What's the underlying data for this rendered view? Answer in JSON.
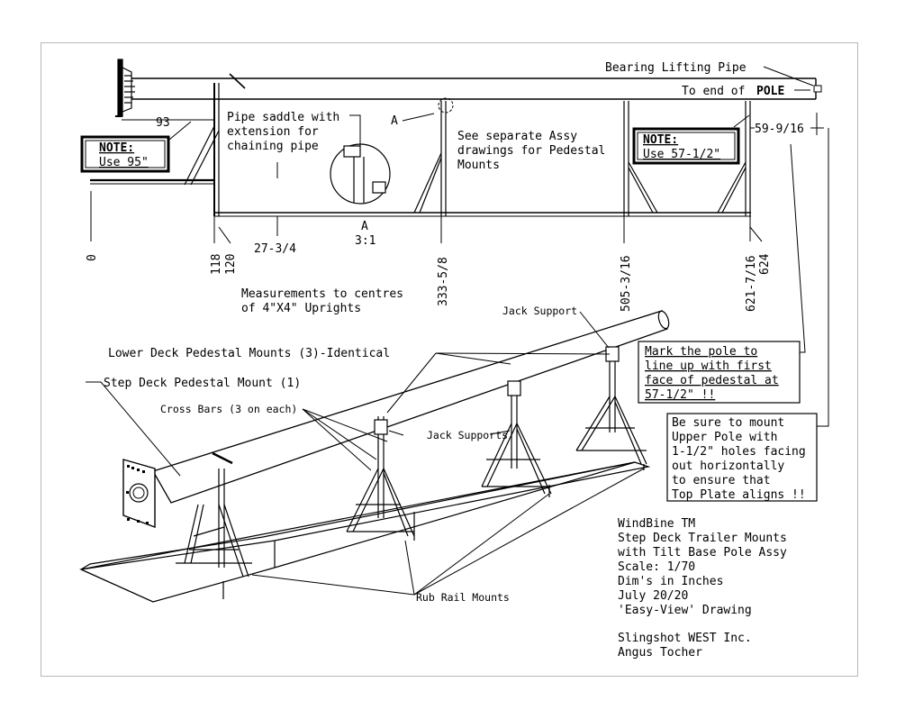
{
  "top_view": {
    "bearing_lifting_pipe": "Bearing Lifting Pipe",
    "to_end_of": "To end of",
    "pole": "POLE",
    "dim_93": "93",
    "note1_title": "NOTE:",
    "note1_body": "Use 95\"",
    "pipe_saddle": [
      "Pipe saddle with",
      "extension for",
      "chaining pipe"
    ],
    "section_a": "A",
    "see_separate": [
      "See separate Assy",
      "drawings for Pedestal",
      "Mounts"
    ],
    "note2_title": "NOTE:",
    "note2_body": "Use 57-1/2\"",
    "dim_59": "59-9/16",
    "detail_a": "A",
    "detail_scale": "3:1",
    "dim_27": "27-3/4",
    "dim_0": "0",
    "dim_118": "118",
    "dim_120": "120",
    "dim_333": "333-5/8",
    "dim_505": "505-3/16",
    "dim_621": "621-7/16",
    "dim_624": "624",
    "measurements": [
      "Measurements to centres",
      "of 4\"X4\" Uprights"
    ]
  },
  "iso_view": {
    "jack_support": "Jack Support",
    "lower_deck": "Lower Deck Pedestal Mounts (3)-Identical",
    "step_deck": "Step Deck Pedestal Mount (1)",
    "cross_bars": "Cross Bars (3 on each)",
    "jack_supports": "Jack Supports",
    "rub_rail": "Rub Rail Mounts"
  },
  "notes": {
    "mark_pole": [
      "Mark the pole to",
      "line up with first",
      "face of pedestal at",
      "57-1/2\" !!"
    ],
    "be_sure": [
      "Be sure to mount",
      "Upper Pole with",
      "1-1/2\" holes facing",
      "out horizontally",
      "to ensure that",
      "Top Plate aligns !!"
    ]
  },
  "title_block": {
    "lines": [
      "WindBine TM",
      "Step Deck Trailer Mounts",
      "with Tilt Base Pole Assy",
      "Scale: 1/70",
      "Dim's in Inches",
      "July 20/20",
      "'Easy-View' Drawing"
    ],
    "company": "Slingshot WEST Inc.",
    "author": "Angus Tocher"
  }
}
